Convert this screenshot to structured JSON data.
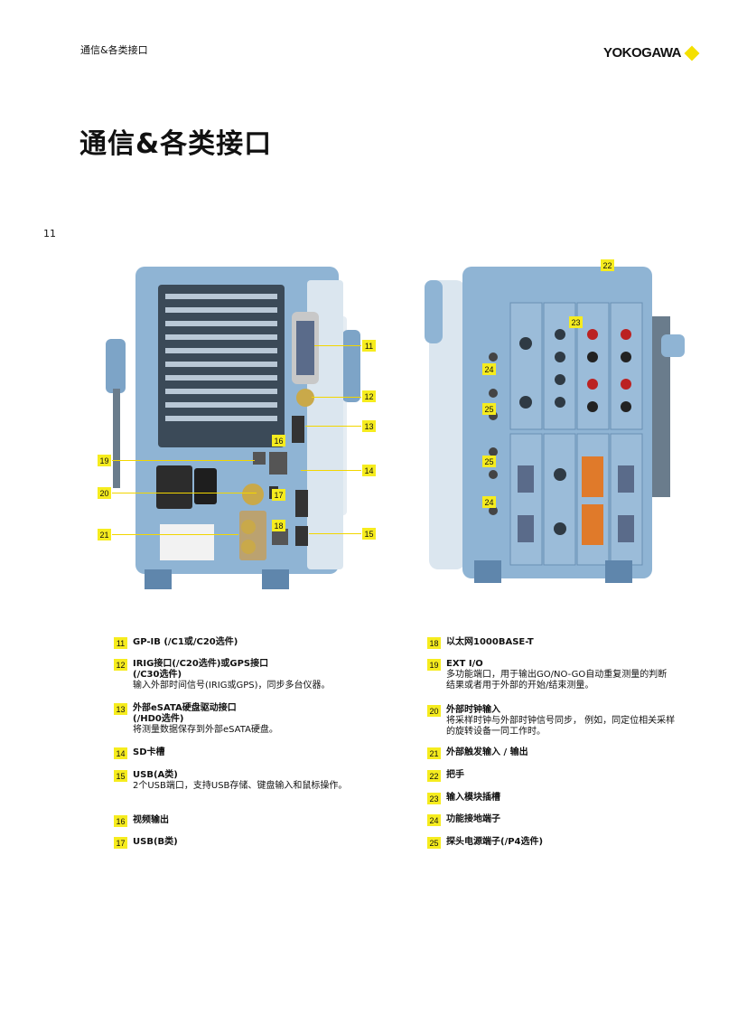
{
  "header": {
    "section": "通信&各类接口",
    "logo": "YOKOGAWA"
  },
  "title": "通信&各类接口",
  "page_number": "11",
  "left_callouts": [
    "11",
    "12",
    "13",
    "14",
    "15",
    "16",
    "17",
    "18",
    "19",
    "20",
    "21"
  ],
  "right_callouts": [
    "22",
    "23",
    "24",
    "25",
    "25",
    "24"
  ],
  "legend_left": [
    {
      "num": "11",
      "title": "GP-IB (/C1或/C20选件)",
      "desc": ""
    },
    {
      "num": "12",
      "title": "IRIG接口(/C20选件)或GPS接口",
      "title2": "(/C30选件)",
      "desc": "输入外部时间信号(IRIG或GPS)，同步多台仪器。"
    },
    {
      "num": "13",
      "title": "外部eSATA硬盘驱动接口",
      "title2": "(/HD0选件)",
      "desc": "将测量数据保存到外部eSATA硬盘。"
    },
    {
      "num": "14",
      "title": "SD卡槽",
      "desc": ""
    },
    {
      "num": "15",
      "title": "USB(A类)",
      "desc": "2个USB端口，支持USB存储、键盘输入和鼠标操作。"
    },
    {
      "num": "16",
      "title": "视频输出",
      "desc": ""
    },
    {
      "num": "17",
      "title": "USB(B类)",
      "desc": ""
    }
  ],
  "legend_right": [
    {
      "num": "18",
      "title": "以太网1000BASE-T",
      "desc": ""
    },
    {
      "num": "19",
      "title": "EXT I/O",
      "desc": "多功能端口，用于输出GO/NO-GO自动重复测量的判断结果或者用于外部的开始/结束测量。"
    },
    {
      "num": "20",
      "title": "外部时钟输入",
      "desc": "将采样时钟与外部时钟信号同步， 例如，同定位相关采样的旋转设备一同工作时。"
    },
    {
      "num": "21",
      "title": "外部触发输入 / 输出",
      "desc": ""
    },
    {
      "num": "22",
      "title": "把手",
      "desc": ""
    },
    {
      "num": "23",
      "title": "输入模块插槽",
      "desc": ""
    },
    {
      "num": "24",
      "title": "功能接地端子",
      "desc": ""
    },
    {
      "num": "25",
      "title": "探头电源端子(/P4选件)",
      "desc": ""
    }
  ],
  "colors": {
    "callout": "#f6ec1e",
    "body": "#8fb4d4",
    "panel": "#b7cfe3"
  }
}
